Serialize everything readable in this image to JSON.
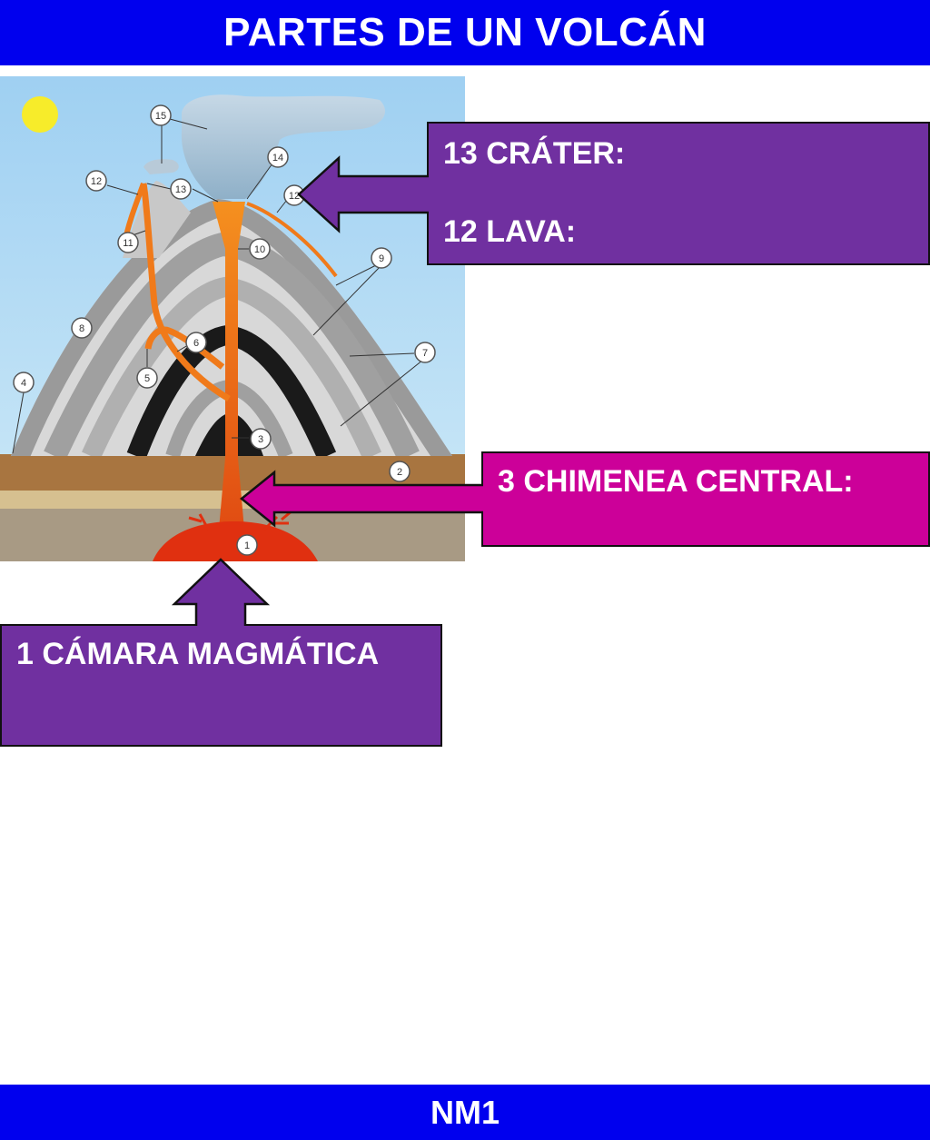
{
  "header": {
    "title": "PARTES DE UN VOLCÁN"
  },
  "footer": {
    "label": "NM1"
  },
  "diagram": {
    "markers": [
      "15",
      "14",
      "12",
      "13",
      "12",
      "11",
      "10",
      "9",
      "8",
      "6",
      "7",
      "5",
      "4",
      "3",
      "2",
      "1"
    ]
  },
  "labels": {
    "crater": "13 CRÁTER:",
    "lava": "12 LAVA:",
    "chimenea": "3 CHIMENEA CENTRAL:",
    "camara": "1 CÁMARA MAGMÁTICA"
  },
  "colors": {
    "banner": "#0000ee",
    "label_purple": "#7030a0",
    "label_magenta": "#cc0099",
    "sky": "#a9d5f2",
    "lava": "#f07a1a",
    "magma": "#e03010"
  }
}
